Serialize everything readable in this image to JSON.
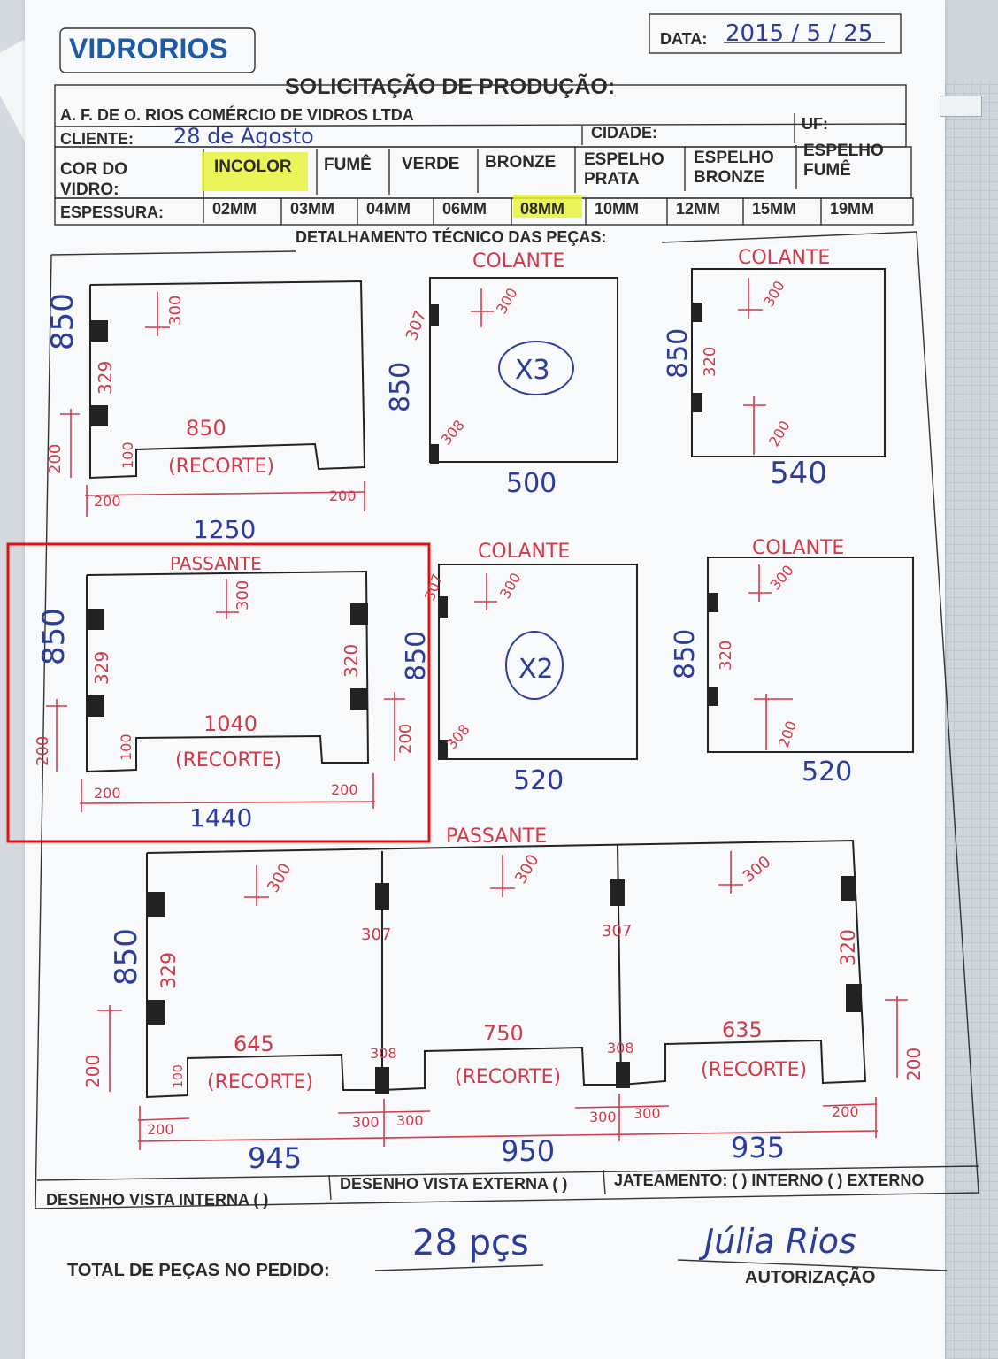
{
  "header": {
    "logo": "VIDRORIOS",
    "date_label": "DATA:",
    "date_value": "2015 / 5 / 25",
    "title": "SOLICITAÇÃO DE PRODUÇÃO:",
    "company": "A. F. DE O. RIOS COMÉRCIO DE VIDROS LTDA",
    "client_label": "CLIENTE:",
    "client_value": "28 de Agosto",
    "city_label": "CIDADE:",
    "uf_label": "UF:"
  },
  "glass_color": {
    "label_line1": "COR DO",
    "label_line2": "VIDRO:",
    "options": [
      "INCOLOR",
      "FUMÊ",
      "VERDE",
      "BRONZE",
      "ESPELHO PRATA",
      "ESPELHO BRONZE",
      "ESPELHO FUMÊ"
    ],
    "selected": "INCOLOR",
    "opt_incolor": "INCOLOR",
    "opt_fume": "FUMÊ",
    "opt_verde": "VERDE",
    "opt_bronze": "BRONZE",
    "opt_esp_prata_1": "ESPELHO",
    "opt_esp_prata_2": "PRATA",
    "opt_esp_bronze_1": "ESPELHO",
    "opt_esp_bronze_2": "BRONZE",
    "opt_esp_fume_1": "ESPELHO",
    "opt_esp_fume_2": "FUMÊ"
  },
  "thickness": {
    "label": "ESPESSURA:",
    "options": [
      "02MM",
      "03MM",
      "04MM",
      "06MM",
      "08MM",
      "10MM",
      "12MM",
      "15MM",
      "19MM"
    ],
    "selected": "08MM"
  },
  "section_title": "DETALHAMENTO TÉCNICO DAS PEÇAS:",
  "colors": {
    "red_ink": "#d23a4a",
    "blue_ink": "#2b3c9a",
    "highlight": "#e8f23a",
    "box": "#e31010"
  },
  "pieces": {
    "p1": {
      "height": "850",
      "top": "300",
      "left_gap": "329",
      "bottom_left": "200",
      "cut_w": "850",
      "cut_h": "100",
      "cut_label": "(RECORTE)",
      "foot_l": "200",
      "foot_r": "200",
      "width": "1250"
    },
    "p2": {
      "type": "COLANTE",
      "height": "850",
      "top": "300",
      "side_top": "307",
      "side_bot": "308",
      "qty": "X3",
      "width": "500"
    },
    "p3": {
      "type": "COLANTE",
      "height": "850",
      "top": "300",
      "side": "320",
      "low": "200",
      "width": "540"
    },
    "p4": {
      "type": "PASSANTE",
      "height": "850",
      "top": "300",
      "left_gap": "329",
      "right_gap": "320",
      "bottom_left": "200",
      "bottom_right": "200",
      "cut_w": "1040",
      "cut_h": "100",
      "cut_label": "(RECORTE)",
      "foot_l": "200",
      "foot_r": "200",
      "width": "1440"
    },
    "p5": {
      "type": "COLANTE",
      "height": "850",
      "top": "300",
      "side_top": "307",
      "side_bot": "308",
      "qty": "X2",
      "width": "520"
    },
    "p6": {
      "type": "COLANTE",
      "height": "850",
      "top": "300",
      "side": "320",
      "low": "200",
      "width": "520"
    },
    "p7": {
      "type": "PASSANTE",
      "height": "850",
      "left_gap": "329",
      "right_gap": "320",
      "bottom_left": "200",
      "bottom_right": "200",
      "top1": "300",
      "top2": "300",
      "top3": "300",
      "div1": "307",
      "div2": "307",
      "div_low1": "308",
      "div_low2": "308",
      "cut1": "645",
      "cut2": "750",
      "cut3": "635",
      "cut_h": "100",
      "cut_label": "(RECORTE)",
      "f1": "200",
      "f2": "300",
      "f3": "300",
      "f4": "300",
      "f5": "300",
      "f6": "200",
      "w1": "945",
      "w2": "950",
      "w3": "935"
    }
  },
  "footer": {
    "view_internal": "DESENHO VISTA INTERNA (  )",
    "view_external": "DESENHO VISTA EXTERNA (  )",
    "sandblast": "JATEAMENTO: (  ) INTERNO (  ) EXTERNO",
    "total_label": "TOTAL DE PEÇAS NO PEDIDO:",
    "total_value": "28 pçs",
    "signature": "Júlia Rios",
    "auth_label": "AUTORIZAÇÃO"
  }
}
